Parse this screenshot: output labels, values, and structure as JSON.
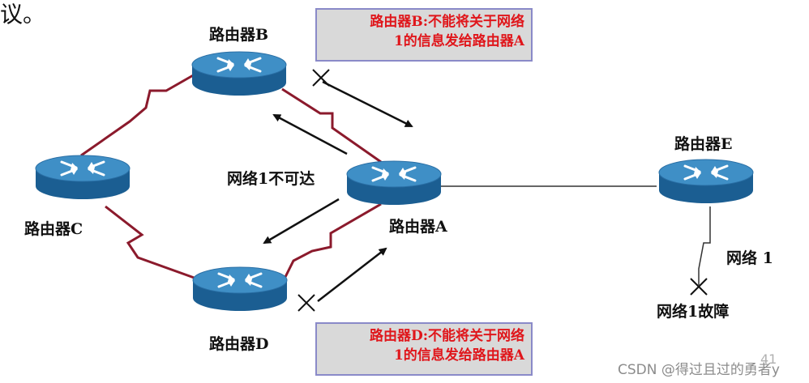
{
  "corner_text": "议。",
  "routers": {
    "a": {
      "label": "路由器A"
    },
    "b": {
      "label": "路由器B"
    },
    "c": {
      "label": "路由器C"
    },
    "d": {
      "label": "路由器D"
    },
    "e": {
      "label": "路由器E"
    }
  },
  "notes": {
    "b": {
      "line1": "路由器B:不能将关于网络",
      "line2": "1的信息发给路由器A"
    },
    "d": {
      "line1": "路由器D:不能将关于网络",
      "line2": "1的信息发给路由器A"
    }
  },
  "labels": {
    "unreachable": "网络1不可达",
    "network": "网络 1",
    "failure": "网络1故障"
  },
  "watermark": "CSDN @得过且过的勇者y",
  "page_number": "41",
  "colors": {
    "link_red": "#8b1a2c",
    "link_plain": "#333333",
    "note_text": "#e0161b",
    "note_bg": "#d9d9d9",
    "note_border": "#8a8ac8",
    "router_top": "#3f8fc6",
    "router_side": "#1b5e92"
  },
  "icons": [
    "router-icon",
    "blocked-x-icon",
    "arrow-icon"
  ]
}
